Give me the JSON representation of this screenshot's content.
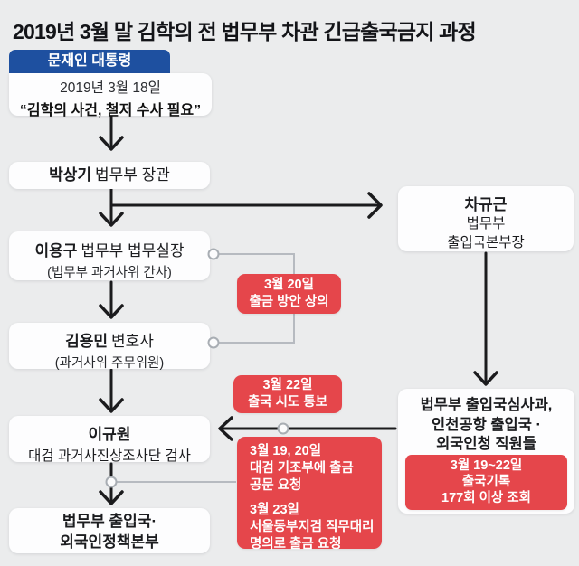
{
  "title": "2019년 3월 말 김학의 전 법무부 차관 긴급출국금지 과정",
  "colors": {
    "background": "#ebeced",
    "accent_blue": "#1e50a0",
    "accent_red": "#e5464b",
    "box_white": "#fdfdfe",
    "line_black": "#1b1b1d",
    "line_gray": "#b6bac0"
  },
  "nodes": {
    "president": {
      "header": "문재인 대통령",
      "date": "2019년 3월 18일",
      "quote": "“김학의 사건, 철저 수사 필요”"
    },
    "minister": {
      "name": "박상기",
      "role": "법무부 장관"
    },
    "legal_office": {
      "name": "이용구",
      "role": "법무부 법무실장",
      "sub": "(법무부 과거사위 간사)"
    },
    "immigration_chief": {
      "name": "차규근",
      "sub1": "법무부",
      "sub2": "출입국본부장"
    },
    "lawyer": {
      "name": "김용민",
      "role": "변호사",
      "sub": "(과거사위 주무위원)"
    },
    "prosecutor": {
      "name": "이규원",
      "sub": "대검 과거사진상조사단 검사"
    },
    "staff": {
      "line1": "법무부 출입국심사과,",
      "line2": "인천공항 출입국 ·",
      "line3": "외국인청 직원들",
      "badge_line1": "3월 19~22일",
      "badge_line2": "출국기록",
      "badge_line3": "177회 이상 조회"
    },
    "policy_hq": {
      "line1": "법무부 출입국·",
      "line2": "외국인정책본부"
    }
  },
  "annotations": {
    "consult": {
      "line1": "3월 20일",
      "line2": "출금 방안 상의"
    },
    "notice": {
      "line1": "3월 22일",
      "line2": "출국 시도 통보"
    },
    "requests": {
      "p1_line1": "3월 19, 20일",
      "p1_line2": "대검 기조부에 출금",
      "p1_line3": "공문 요청",
      "p2_line1": "3월 23일",
      "p2_line2": "서울동부지검 직무대리",
      "p2_line3": "명의로 출금 요청"
    }
  }
}
